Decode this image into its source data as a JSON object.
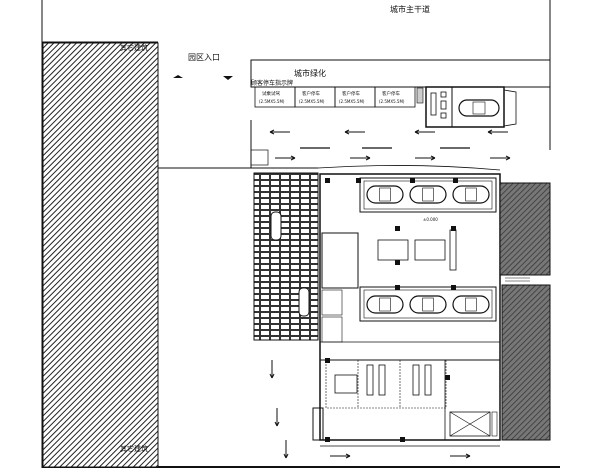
{
  "labels": {
    "main_road": "城市主干道",
    "park_entrance": "园区入口",
    "city_green": "城市绿化",
    "parking_sign": "顾客停车指示牌",
    "other_building_top": "其它建筑",
    "other_building_bottom": "其它建筑",
    "elevation_mark": "±0.000"
  },
  "parking_spaces": [
    {
      "label": "试乘试驾",
      "size": "(2.5MX5.5M)"
    },
    {
      "label": "客户停车",
      "size": "(2.5MX5.5M)"
    },
    {
      "label": "客户停车",
      "size": "(2.5MX5.5M)"
    },
    {
      "label": "客户停车",
      "size": "(2.5MX5.5M)"
    }
  ],
  "colors": {
    "line": "#111111",
    "hatch": "#333333",
    "background": "#ffffff"
  }
}
